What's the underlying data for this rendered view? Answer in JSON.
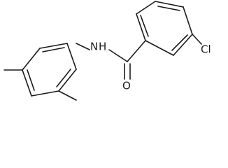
{
  "molecule": {
    "atoms": {
      "amide_nitrogen": "N",
      "amide_hydrogen": "H",
      "carbonyl_oxygen": "O",
      "chlorine": "Cl"
    }
  }
}
